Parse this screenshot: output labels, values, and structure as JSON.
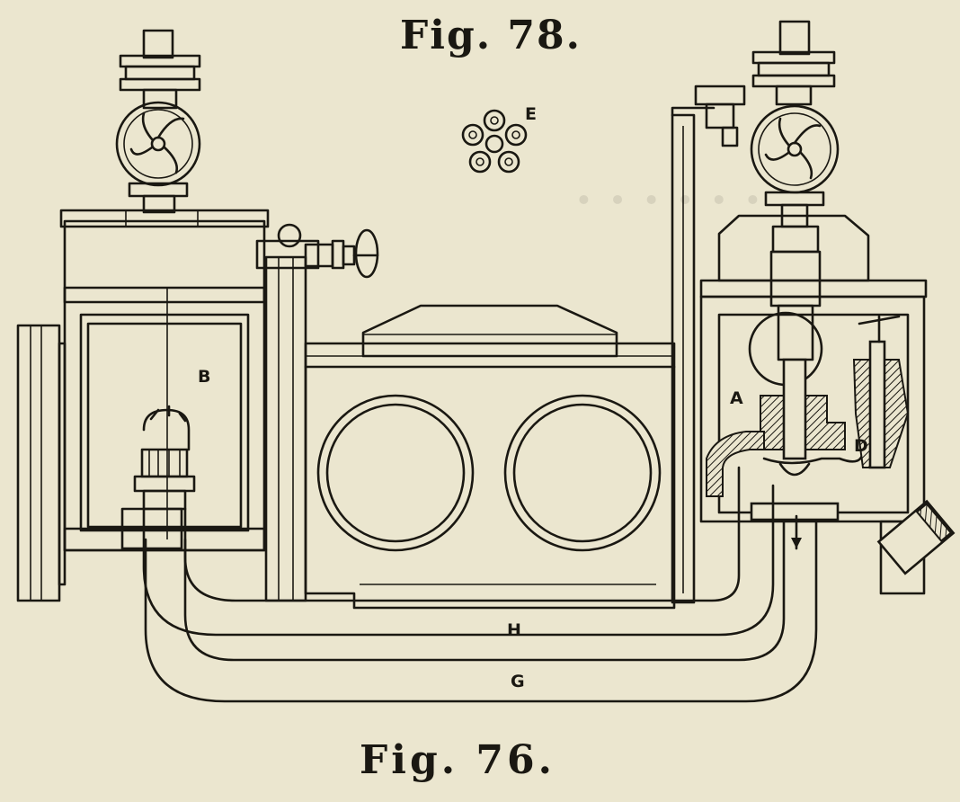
{
  "figure": {
    "caption_top": "Fig. 78.",
    "caption_bottom": "Fig. 76."
  },
  "labels": {
    "e": "E",
    "b": "B",
    "a": "A",
    "d": "D",
    "h": "H",
    "g": "G"
  },
  "colors": {
    "paper": "#ebe6cf",
    "ink": "#1a1812"
  }
}
